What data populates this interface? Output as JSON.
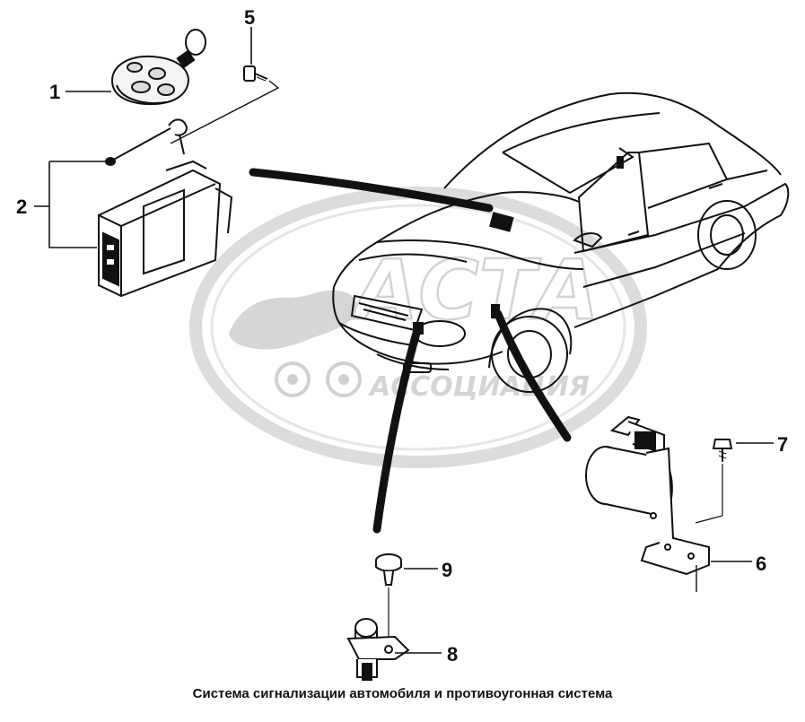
{
  "watermark": {
    "line1": "АСТА",
    "line2": "АССОЦИАЦИЯ"
  },
  "callouts": {
    "c1": "1",
    "c2": "2",
    "c5": "5",
    "c6": "6",
    "c7": "7",
    "c8": "8",
    "c9": "9"
  },
  "parts": [
    {
      "name": "remote-key-fob",
      "icon": "key-fob-icon"
    },
    {
      "name": "alarm-control-unit",
      "icon": "control-module-icon"
    },
    {
      "name": "siren",
      "icon": "siren-icon"
    },
    {
      "name": "hood-switch",
      "icon": "switch-icon"
    }
  ],
  "caption": "Система сигнализации автомобиля и противоугонная система"
}
